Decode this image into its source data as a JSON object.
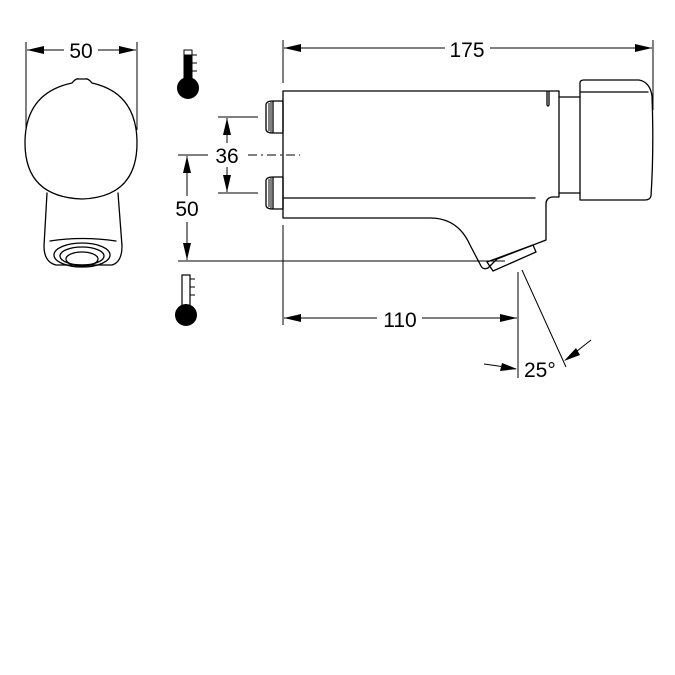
{
  "drawing": {
    "type": "technical dimension drawing",
    "subject": "self-closing wall-mounted basin tap",
    "line_color": "#000000",
    "background": "#ffffff"
  },
  "front_view": {
    "width_label": "50"
  },
  "side_view": {
    "overall_length_label": "175",
    "inlet_spacing_label": "36",
    "inlet_height_label": "50",
    "spout_projection_label": "110",
    "outlet_angle_label": "25°"
  },
  "icons": {
    "hot_water": "thermometer-full-icon",
    "cold_water": "thermometer-low-icon"
  }
}
